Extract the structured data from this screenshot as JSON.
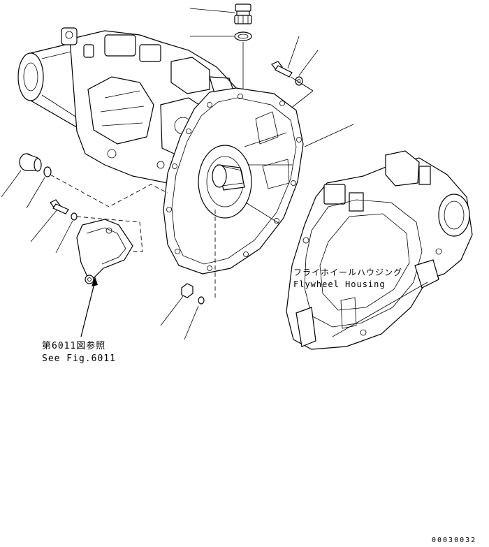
{
  "labels": {
    "ref_jp": "第6011図参照",
    "ref_en": "See Fig.6011",
    "flywheel_jp": "フライホイールハウジング",
    "flywheel_en": "Flywheel Housing",
    "drawing_code": "00030032"
  },
  "parts": [
    "fitting-icon",
    "oring-icon",
    "bolt-icon",
    "washer-icon",
    "pump-assembly",
    "mount-flange",
    "plug-icon",
    "bracket-icon",
    "flywheel-housing"
  ]
}
